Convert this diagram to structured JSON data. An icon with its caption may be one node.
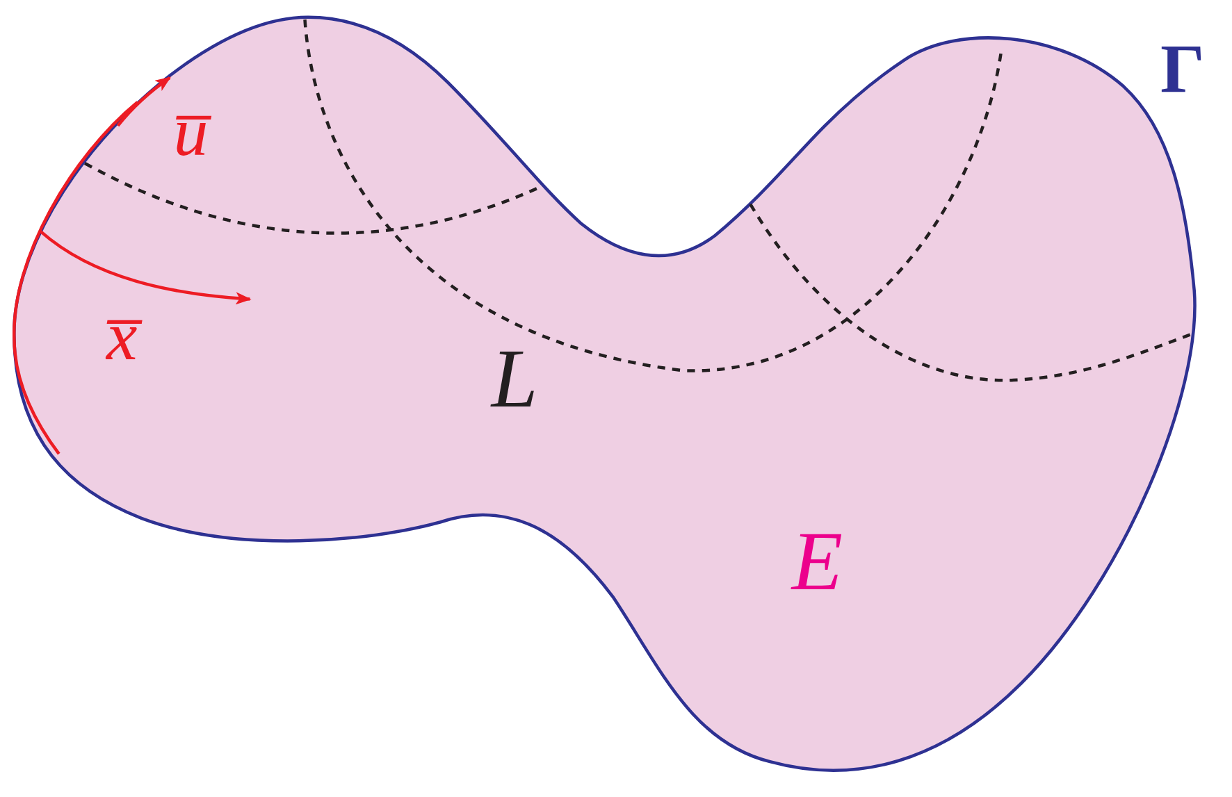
{
  "diagram": {
    "labels": [
      "Γ",
      "u̅",
      "x̅",
      "L",
      "E"
    ]
  }
}
